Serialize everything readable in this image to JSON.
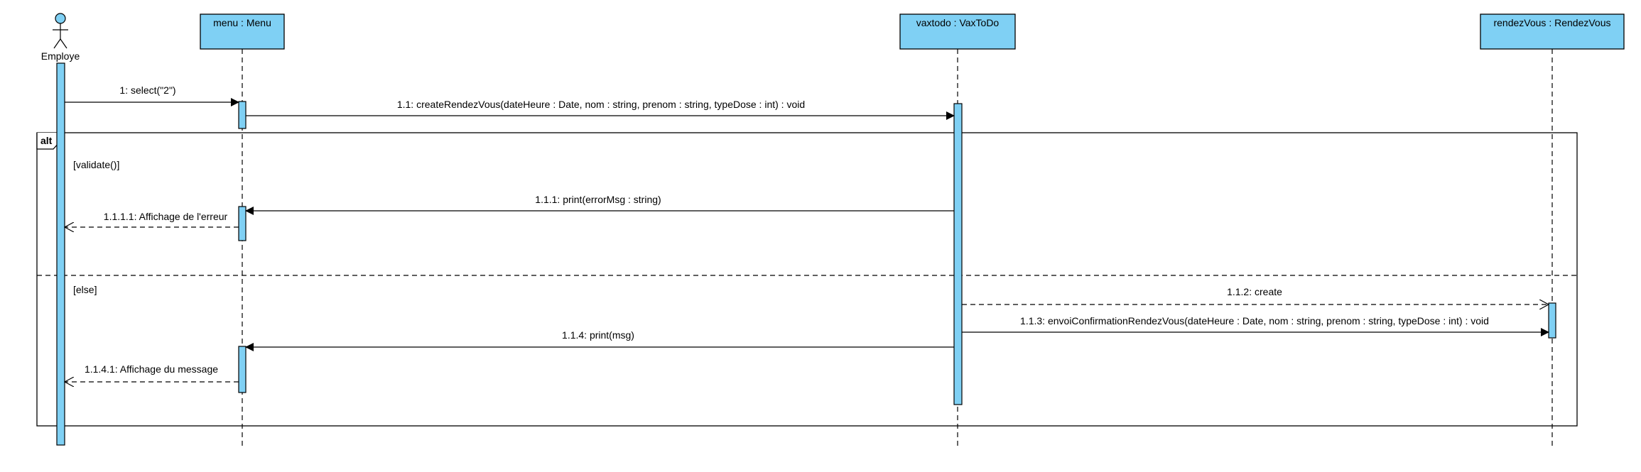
{
  "participants": {
    "employe": {
      "label": "Employe"
    },
    "menu": {
      "label": "menu : Menu"
    },
    "vaxtodo": {
      "label": "vaxtodo : VaxToDo"
    },
    "rendezvous": {
      "label": "rendezVous : RendezVous"
    }
  },
  "messages": {
    "m1": "1: select(\"2\")",
    "m1_1": "1.1: createRendezVous(dateHeure : Date, nom : string, prenom : string, typeDose : int) : void",
    "m1_1_1": "1.1.1: print(errorMsg : string)",
    "m1_1_1_1": "1.1.1.1: Affichage de l'erreur",
    "m1_1_2": "1.1.2: create",
    "m1_1_3": "1.1.3: envoiConfirmationRendezVous(dateHeure : Date, nom : string, prenom : string, typeDose : int) : void",
    "m1_1_4": "1.1.4: print(msg)",
    "m1_1_4_1": "1.1.4.1: Affichage du message"
  },
  "fragment": {
    "operator": "alt",
    "guard_1": "[validate()]",
    "guard_2": "[else]"
  },
  "colors": {
    "lifeline_fill": "#7fd0f4",
    "line": "#000000"
  }
}
